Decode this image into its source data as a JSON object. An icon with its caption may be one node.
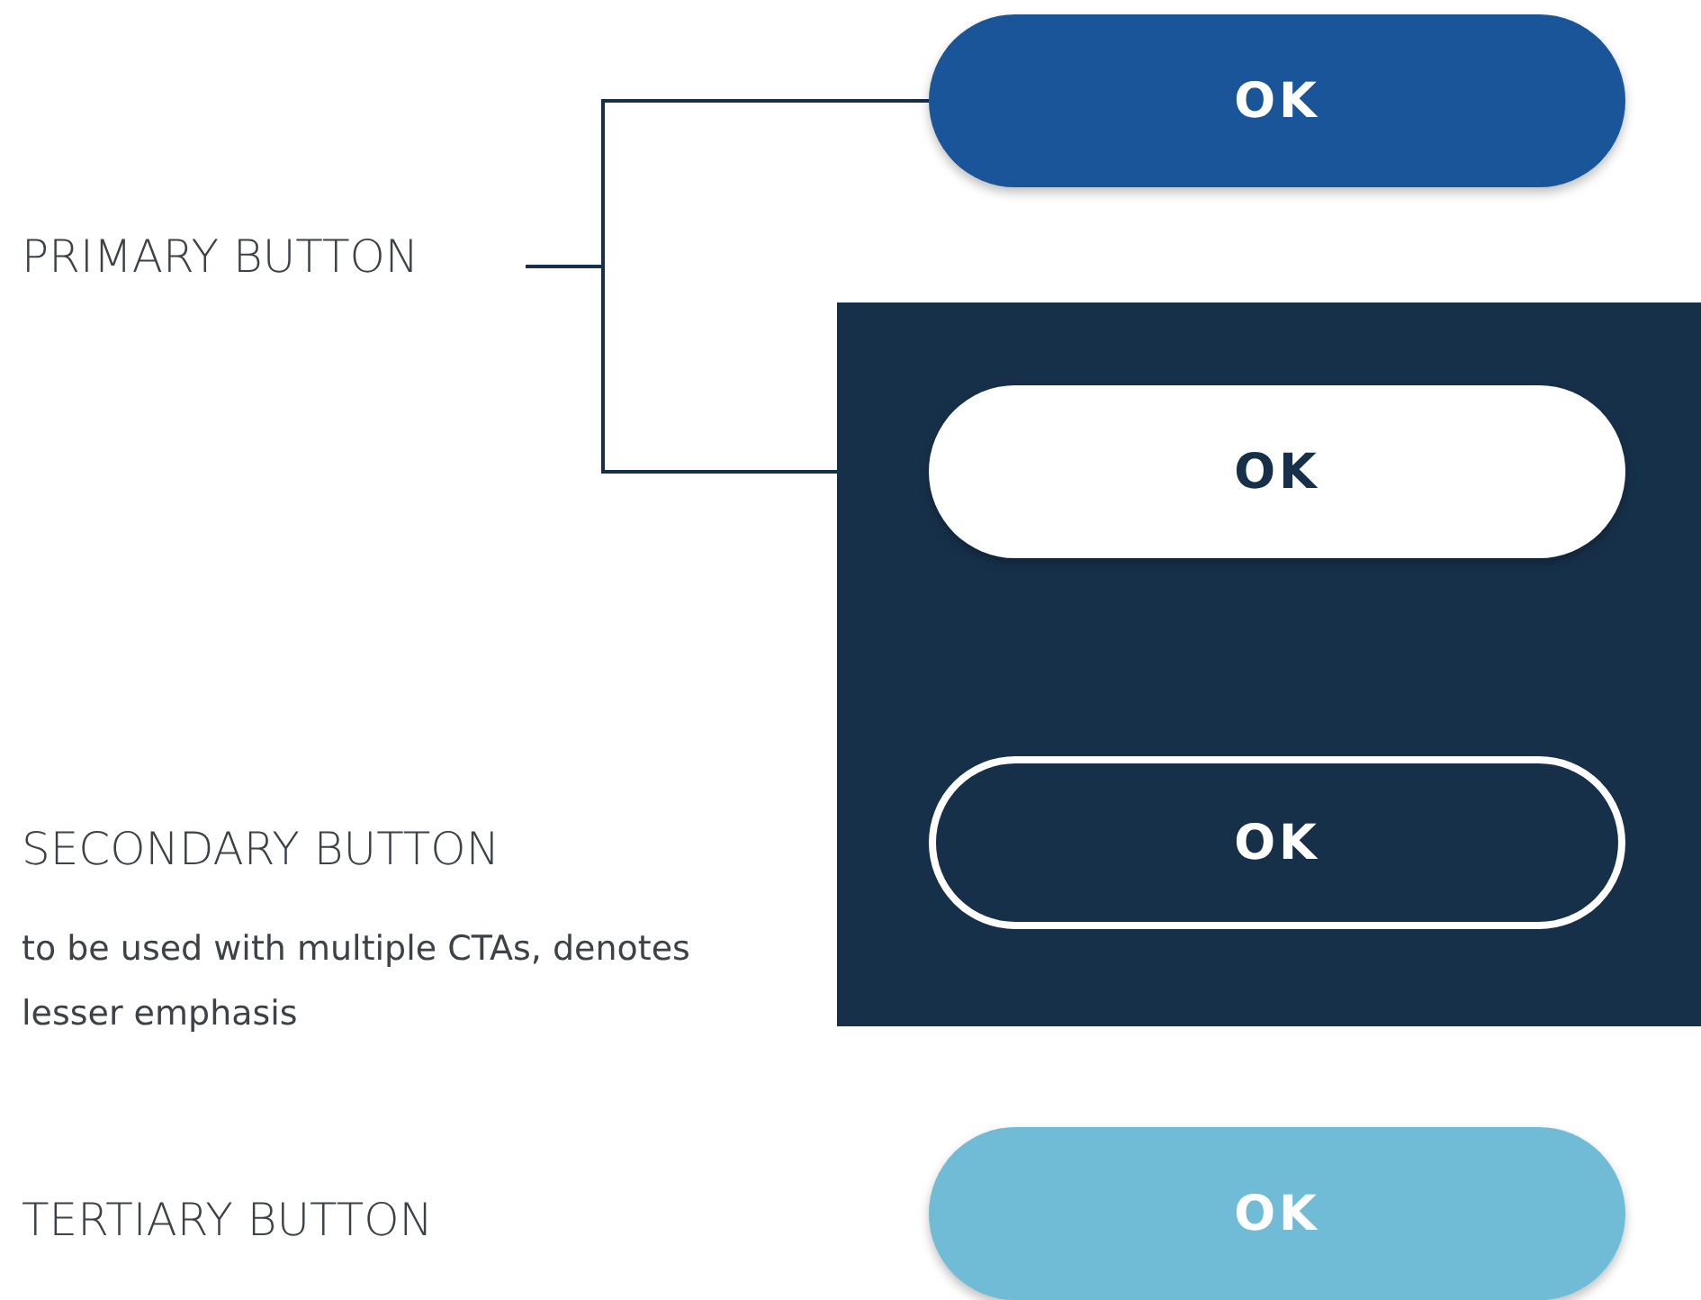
{
  "diagram": {
    "nodes": [
      {
        "text": [
          "PRIMARY BUTTON"
        ]
      },
      {
        "text": [
          "OK"
        ]
      },
      {
        "text": [],
        "shape": "box"
      },
      {
        "text": [
          "OK"
        ],
        "in": 2
      },
      {
        "text": [
          "OK"
        ],
        "in": 2
      },
      {
        "text": [
          "OK"
        ]
      }
    ],
    "edges": [
      {
        "from": 0,
        "to": 1,
        "arrow": "none"
      },
      {
        "from": 0,
        "to": 3,
        "arrow": "none"
      }
    ],
    "labels": [
      "SECONDARY BUTTON",
      "to be used with multiple CTAs, denotes lesser emphasis",
      "TERTIARY BUTTON"
    ]
  }
}
